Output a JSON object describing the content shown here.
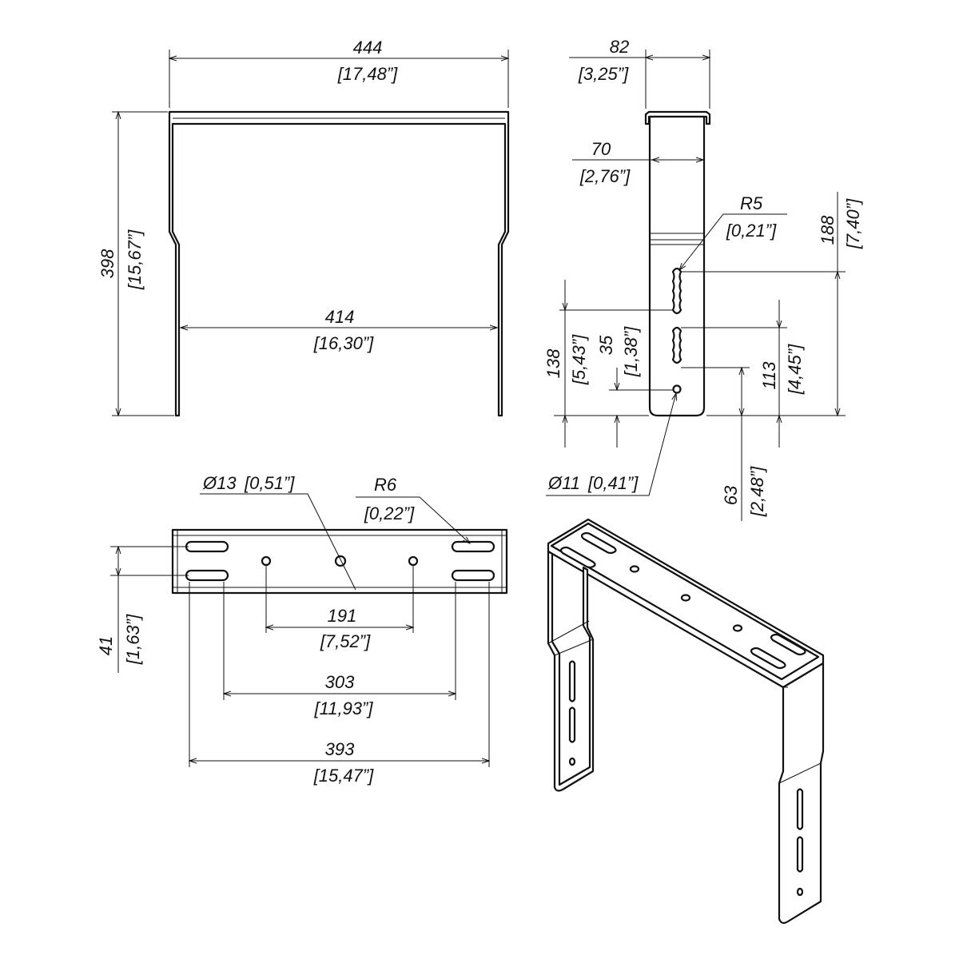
{
  "front_view": {
    "width_overall": {
      "mm": "444",
      "inch": "[17,48”]"
    },
    "height_overall": {
      "mm": "398",
      "inch": "[15,67”]"
    },
    "width_inner": {
      "mm": "414",
      "inch": "[16,30”]"
    }
  },
  "side_view": {
    "hook_width": {
      "mm": "82",
      "inch": "[3,25”]"
    },
    "strip_width": {
      "mm": "70",
      "inch": "[2,76”]"
    },
    "slot_radius": {
      "mm": "R5",
      "inch": "[0,21”]"
    },
    "upper_slot_height": {
      "mm": "188",
      "inch": "[7,40”]"
    },
    "upper_slot_bottom": {
      "mm": "138",
      "inch": "[5,43”]"
    },
    "hole_height": {
      "mm": "35",
      "inch": "[1,38”]"
    },
    "lower_slot_top": {
      "mm": "113",
      "inch": "[4,45”]"
    },
    "lower_slot_bottom": {
      "mm": "63",
      "inch": "[2,48”]"
    },
    "hole_diameter": {
      "mm": "Ø11",
      "inch": "[0,41”]"
    }
  },
  "bottom_view": {
    "hole_diameter": {
      "mm": "Ø13",
      "inch": "[0,51”]"
    },
    "slot_radius": {
      "mm": "R6",
      "inch": "[0,22”]"
    },
    "hole_spacing": {
      "mm": "191",
      "inch": "[7,52”]"
    },
    "slot_inner_spacing": {
      "mm": "303",
      "inch": "[11,93”]"
    },
    "slot_outer_spacing": {
      "mm": "393",
      "inch": "[15,47”]"
    },
    "slot_row_spacing": {
      "mm": "41",
      "inch": "[1,63”]"
    }
  }
}
